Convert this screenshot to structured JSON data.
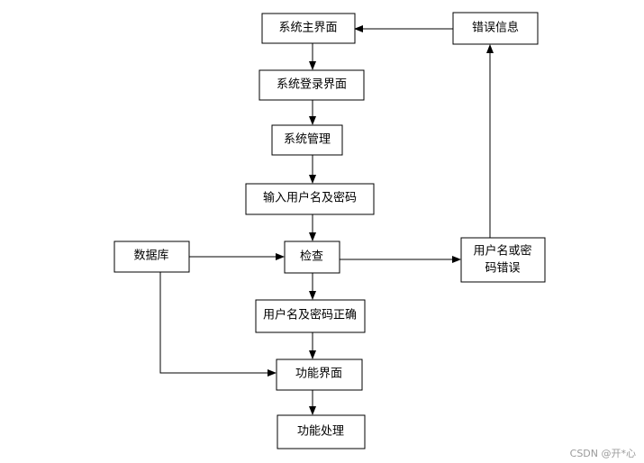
{
  "nodes": {
    "system_main": "系统主界面",
    "error_info": "错误信息",
    "system_login": "系统登录界面",
    "system_manage": "系统管理",
    "input_credentials": "输入用户名及密码",
    "database": "数据库",
    "check": "检查",
    "credentials_error": [
      "用户名或密",
      "码错误"
    ],
    "credentials_correct": "用户名及密码正确",
    "function_ui": "功能界面",
    "function_process": "功能处理"
  },
  "watermark": "CSDN @开*心"
}
